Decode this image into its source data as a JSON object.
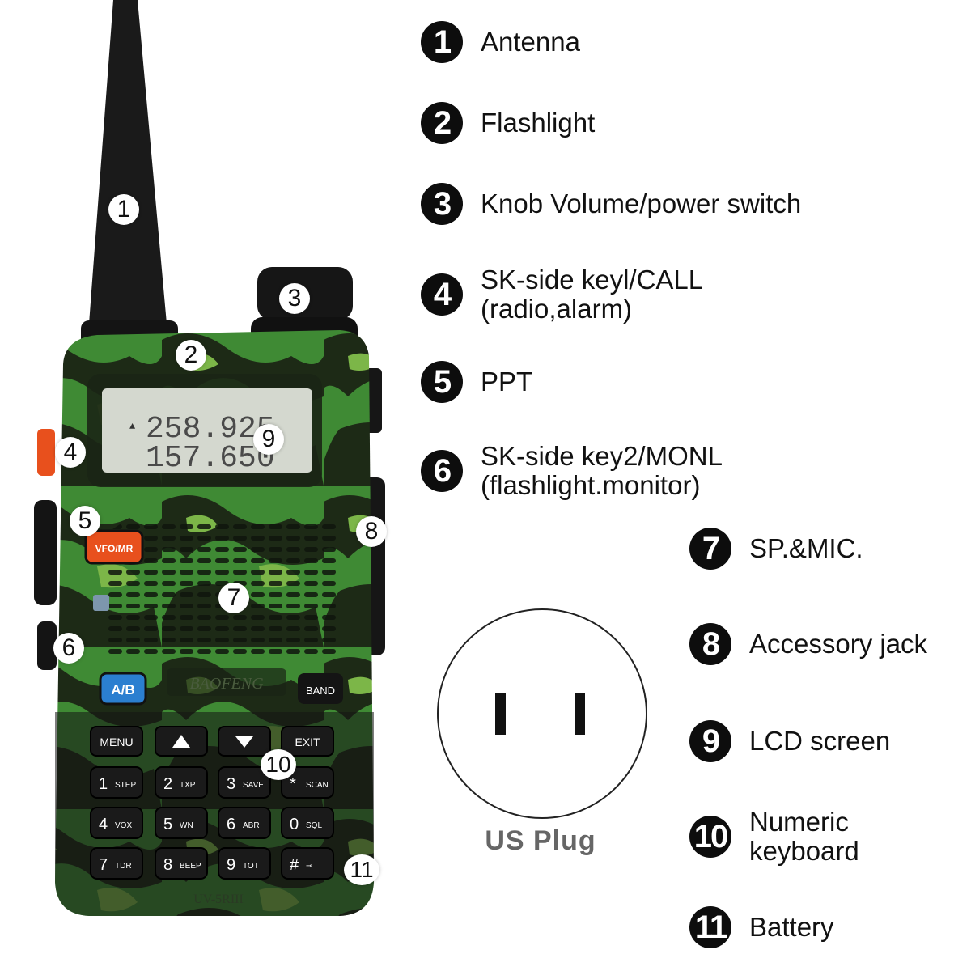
{
  "radio": {
    "lcd_line1": "258.925",
    "lcd_line2": "157.650",
    "lcd_marker": "▲",
    "brand": "BAOFENG",
    "model": "UV-5RIII",
    "side_button": "VFO/MR",
    "ab_button": "A/B",
    "band_button": "BAND",
    "keys": {
      "menu": "MENU",
      "exit": "EXIT",
      "k1": {
        "digit": "1",
        "sub": "STEP"
      },
      "k2": {
        "digit": "2",
        "sub": "TXP"
      },
      "k3": {
        "digit": "3",
        "sub": "SAVE"
      },
      "kstar": {
        "digit": "*",
        "sub": "SCAN"
      },
      "k4": {
        "digit": "4",
        "sub": "VOX"
      },
      "k5": {
        "digit": "5",
        "sub": "WN"
      },
      "k6": {
        "digit": "6",
        "sub": "ABR"
      },
      "k0": {
        "digit": "0",
        "sub": "SQL"
      },
      "k7": {
        "digit": "7",
        "sub": "TDR"
      },
      "k8": {
        "digit": "8",
        "sub": "BEEP"
      },
      "k9": {
        "digit": "9",
        "sub": "TOT"
      },
      "khash": {
        "digit": "#",
        "sub": "⊸"
      }
    },
    "colors": {
      "camo_green": "#3f8a34",
      "camo_dark": "#1d2a16",
      "body_black": "#141414",
      "orange": "#e8501d",
      "blue": "#2b7fd0",
      "lcd": "#d4d8cf"
    }
  },
  "callouts": [
    "1",
    "2",
    "3",
    "4",
    "5",
    "6",
    "7",
    "8",
    "9",
    "10",
    "11"
  ],
  "legend": [
    {
      "num": "1",
      "line1": "Antenna"
    },
    {
      "num": "2",
      "line1": "Flashlight"
    },
    {
      "num": "3",
      "line1": "Knob Volume/power switch"
    },
    {
      "num": "4",
      "line1": "SK-side keyl/CALL",
      "line2": "(radio,alarm)"
    },
    {
      "num": "5",
      "line1": "PPT"
    },
    {
      "num": "6",
      "line1": "SK-side key2/MONL",
      "line2": "(flashlight.monitor)"
    },
    {
      "num": "7",
      "line1": "SP.&MIC."
    },
    {
      "num": "8",
      "line1": "Accessory jack"
    },
    {
      "num": "9",
      "line1": "LCD screen"
    },
    {
      "num": "10",
      "line1": "Numeric",
      "line2": "keyboard"
    },
    {
      "num": "11",
      "line1": "Battery"
    }
  ],
  "plug": {
    "label": "US Plug"
  }
}
